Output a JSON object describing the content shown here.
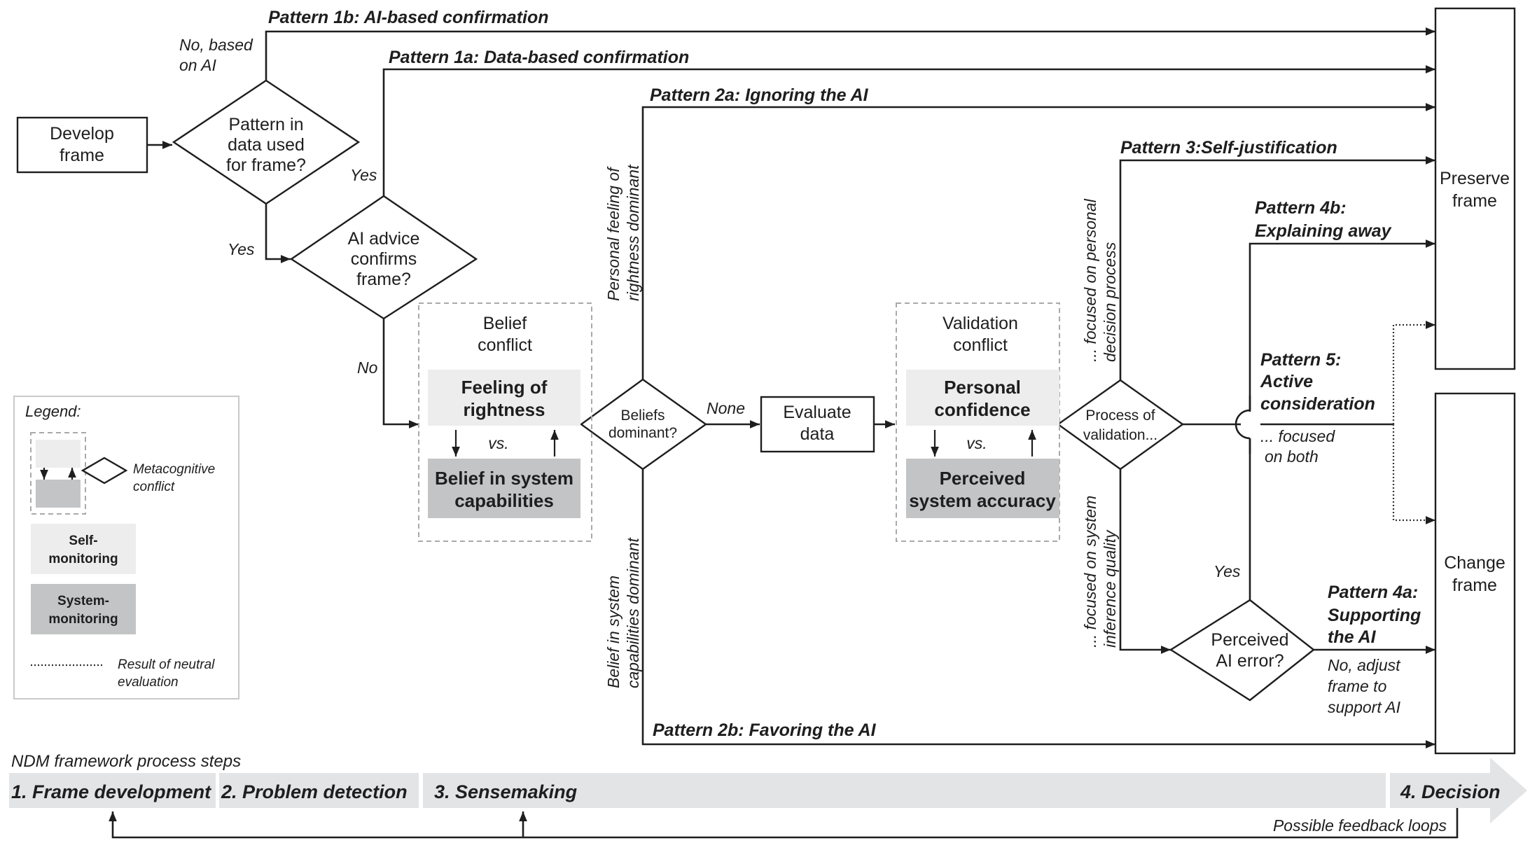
{
  "boxes": {
    "develop_frame": [
      "Develop",
      "frame"
    ],
    "evaluate_data": [
      "Evaluate",
      "data"
    ],
    "preserve_frame": [
      "Preserve",
      "frame"
    ],
    "change_frame": [
      "Change",
      "frame"
    ]
  },
  "decisions": {
    "pattern_in_data": [
      "Pattern in",
      "data used",
      "for frame?"
    ],
    "ai_advice": [
      "AI advice",
      "confirms",
      "frame?"
    ],
    "beliefs_dominant": [
      "Beliefs",
      "dominant?"
    ],
    "process_validation": [
      "Process of",
      "validation..."
    ],
    "perceived_error": [
      "Perceived",
      "AI error?"
    ]
  },
  "conflicts": {
    "belief": {
      "title": [
        "Belief",
        "conflict"
      ],
      "top": [
        "Feeling of",
        "rightness"
      ],
      "vs": "vs.",
      "bottom": [
        "Belief in system",
        "capabilities"
      ]
    },
    "validation": {
      "title": [
        "Validation",
        "conflict"
      ],
      "top": [
        "Personal",
        "confidence"
      ],
      "vs": "vs.",
      "bottom": [
        "Perceived",
        "system accuracy"
      ]
    }
  },
  "patterns": {
    "p1b": "Pattern 1b: AI-based confirmation",
    "p1a": "Pattern 1a: Data-based confirmation",
    "p2a": "Pattern 2a: Ignoring the AI",
    "p3": "Pattern 3:Self-justification",
    "p4b": [
      "Pattern 4b:",
      "Explaining away"
    ],
    "p5": [
      "Pattern 5:",
      "Active",
      "consideration"
    ],
    "p4a": [
      "Pattern 4a:",
      "Supporting",
      "the AI"
    ],
    "p2b": "Pattern 2b: Favoring the AI"
  },
  "edge_labels": {
    "no_based_on_ai": [
      "No, based",
      "on AI"
    ],
    "yes_1": "Yes",
    "yes_2": "Yes",
    "no_1": "No",
    "none": "None",
    "personal_feeling": [
      "Personal feeling of",
      "rightness dominant"
    ],
    "belief_system": [
      "Belief in system",
      "capabilities dominant"
    ],
    "focused_personal": [
      "... focused on personal",
      "decision process"
    ],
    "focused_system": [
      "... focused on system",
      "inference quality"
    ],
    "focused_both": [
      "... focused",
      "on both"
    ],
    "yes_3": "Yes",
    "no_adjust": [
      "No, adjust",
      "frame to",
      "support AI"
    ]
  },
  "legend": {
    "title": "Legend:",
    "metacognitive": [
      "Metacognitive",
      "conflict"
    ],
    "self_monitoring": [
      "Self-",
      "monitoring"
    ],
    "system_monitoring": [
      "System-",
      "monitoring"
    ],
    "neutral": [
      "Result of neutral",
      "evaluation"
    ]
  },
  "framework": {
    "title": "NDM framework process steps",
    "steps": [
      "1. Frame development",
      "2. Problem detection",
      "3. Sensemaking",
      "4. Decision"
    ],
    "feedback": "Possible feedback loops"
  },
  "colors": {
    "line": "#1e1e1e",
    "self_monitoring_fill": "#ededed",
    "system_monitoring_fill": "#c3c4c6",
    "band": "#e3e4e5"
  }
}
